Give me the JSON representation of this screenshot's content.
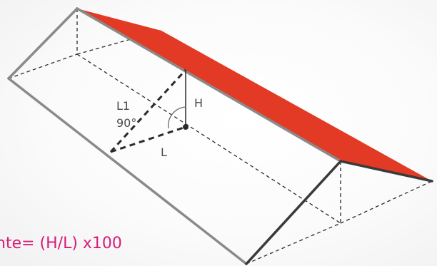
{
  "colors": {
    "roof_face": "#e23a24",
    "outline": "#8a8a8a",
    "dashed": "#2a2a2a",
    "formula": "#d81b78",
    "label": "#4a4a4a"
  },
  "labels": {
    "h": "H",
    "l1": "L1",
    "angle": "90°",
    "l": "L"
  },
  "formula": "nte= (H/L) x100"
}
